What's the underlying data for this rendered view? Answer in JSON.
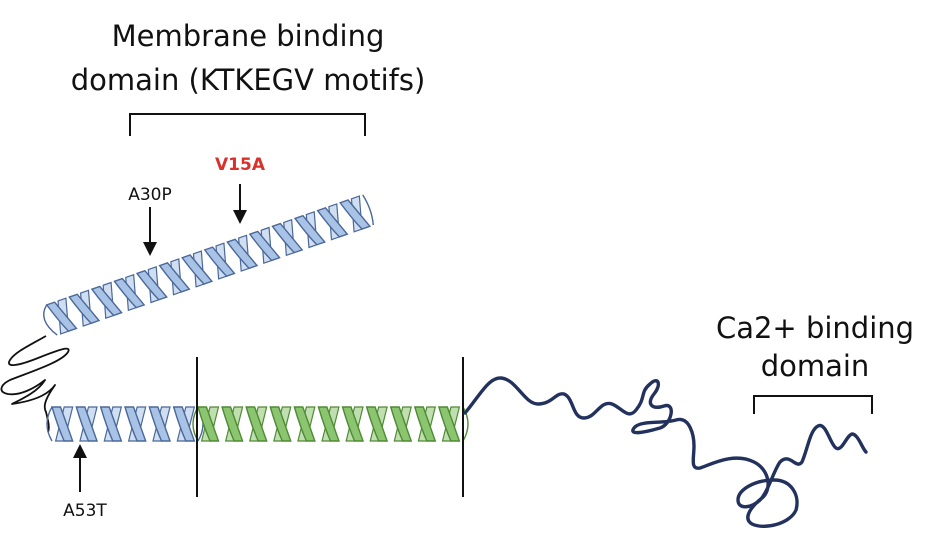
{
  "labels": {
    "membrane_line1": "Membrane binding",
    "membrane_line2": "domain (KTKEGV motifs)",
    "ca_line1": "Ca2+ binding",
    "ca_line2": "domain"
  },
  "mutations": {
    "a30p": "A30P",
    "v15a": "V15A",
    "a53t": "A53T"
  },
  "colors": {
    "helix_blue": "#a9c3e6",
    "helix_blue_edge": "#4a6899",
    "helix_green": "#8cc56f",
    "helix_green_edge": "#4f8a34",
    "tail_navy": "#23315d",
    "highlight_red": "#d9312b",
    "outline": "#111111"
  }
}
